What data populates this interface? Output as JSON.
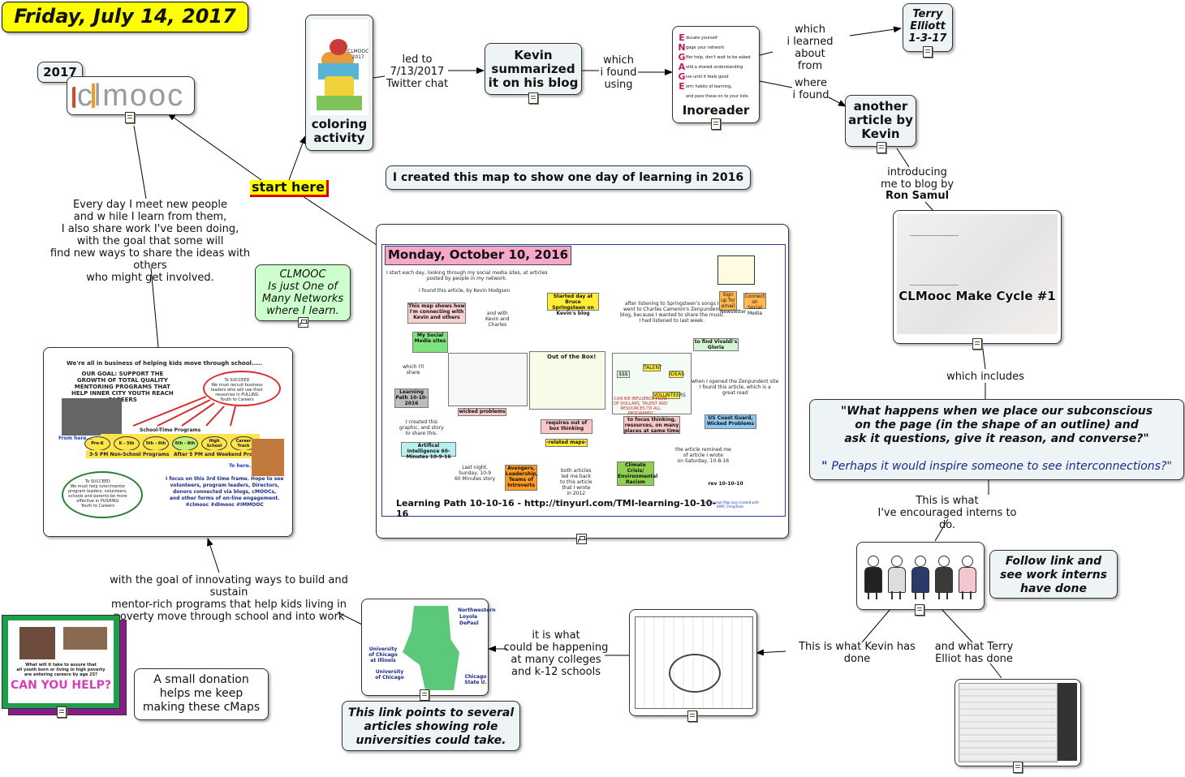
{
  "date_title": "Friday, July 14, 2017",
  "start_here": "start here",
  "center_statement": "I created this map to show one day of learning in 2016",
  "nodes": {
    "year": "2017",
    "clmooc_logo": "clmooc",
    "coloring_thumb_text": "CLMOOC\n2017",
    "coloring": "coloring\nactivity",
    "kevin_blog": "Kevin\nsummarized\nit on his blog",
    "inoreader": "Inoreader",
    "inoreader_lines": [
      "ducate yourself",
      "gage your network",
      "ffer help, don't wait to be asked",
      "uild a shared understanding",
      "ive until it feels good",
      "orm habits of learning,",
      "and pass these on to your kids"
    ],
    "terry": "Terry\nElliott\n1-3-17",
    "another_article": "another\narticle by\nKevin",
    "clmooc_network": "CLMOOC\nIs just One of\nMany Networks\nwhere I learn.",
    "make_cycle": "CLMooc Make Cycle #1",
    "quote_1": "\"What happens when we place our subconscious\non the page (in the shape of an outline) and\nask it questions, give it reason, and converse?\"",
    "quote_2_mark": "\" ",
    "quote_2": "Perhaps it would inspire someone to see interconnections?\"",
    "interns": "Follow link and\nsee work interns\nhave done",
    "donation": "A small donation\nhelps me keep\nmaking these cMaps",
    "link_points": "This link points to several\narticles showing role\nuniversities could take.",
    "can_you_help": "CAN YOU HELP?",
    "can_you_text": "What will it take to assure that\nall youth born or living in high poverty\nare entering careers by age 25?",
    "chicago_labels": [
      "Northwestern",
      "Loyola",
      "DePaul",
      "University of Chicago at Illinois",
      "University of Chicago",
      "Chicago State U."
    ]
  },
  "links": {
    "led_to": "led to\n7/13/2017\nTwitter chat",
    "which_i_found": "which\ni found\nusing",
    "which_learned": "which\ni learned about\nfrom",
    "where_found": "where\ni found",
    "introducing": "introducing\nme to blog by",
    "ron": "Ron Samul",
    "which_includes": "which includes",
    "encouraged": "This is what\nI've encouraged interns to do.",
    "kevin_done": "This is what Kevin has done",
    "terry_done": "and what Terry\nElliot has done",
    "happening": "it is what\ncould be  happening\nat many colleges\nand k-12 schools",
    "goal_innovating": "with the goal of innovating ways to build and sustain\nmentor-rich programs that help kids living in\npoverty move through school and into work",
    "every_day": "Every day I meet new people\nand w hile I learn from them,\nI also share work I've been doing,\nwith the goal that some will\nfind new ways to share the ideas with others\nwho might get involved."
  },
  "strategy": {
    "header": "We're all in business of helping kids move through school.....",
    "goal": "OUR GOAL: SUPPORT THE\nGROWTH OF TOTAL QUALITY\nMENTORING PROGRAMS THAT\nHELP INNER CITY YOUTH REACH\nCAREERS",
    "succeed_top": "To SUCCEED\nWe must recruit business\nleaders who will use their\nresources in PULLING\nYouth to Careers",
    "school_time": "School-Time Programs",
    "stages": [
      "Pre-K",
      "K - 5th",
      "5th - 6th",
      "6th - 8th",
      "High School",
      "Career Track"
    ],
    "non_school": "3-5 PM Non-School Programs",
    "weekend": "After 5 PM and Weekend Program",
    "from_here": "From here...",
    "to_here": "To here...",
    "succeed_bottom": "To SUCCEED\nWe must help tutor/mentor\nprogram leaders, volunteers,\nschools and parents be more\neffective in PUSHING\nYouth to Careers",
    "focus": "I focus on this 3rd time frame. Hope to see\nvolunteers, program leaders, Directors,\ndonors connected via blogs, cMOOCs,\nand other forms of on-line engagement.\n#clmooc #dlmooc #IMMOOC"
  },
  "learning_path": {
    "title": "Monday, October 10, 2016",
    "intro": "I start each day, looking through my social media sites, at articles\nposted by people in my network.",
    "found": "I found this article, by Kevin Hodgson",
    "shows": "This map shows\nhow I'm connecting\nwith Kevin and others",
    "social": "My\nSocial Media\nsites",
    "springsteen": "Started day at\nBruce Springsteen\non Kevin's blog",
    "after": "after listening to Springsteen's songs I\nwent to Charles Cameron's Zenpundent\nblog, because I wanted to share the music\nI had listened to last week.",
    "and_with": "and with\nKevin and\nCharles",
    "vivaldi": "to find Vivaldi's\nGloria",
    "which_share": "which I'll\nshare",
    "path_box": "Learning\nPath\n10-10-2016",
    "wicked": "wicked problems",
    "out_of_box": "Out of the Box!",
    "requires": "requires out of box\nthinking",
    "related": "-related maps-",
    "focus_thinking": "to focus thinking,\nresources, on many\nplaces at same time",
    "opened": "when I opened the Zenpundent site\nI found this article, which is a\ngreat read",
    "coast_guard": "US Coast Guard,\nWicked  Problems",
    "created": "I created this\ngraphic, and story\nto share this.",
    "ai": "Artifical Intelligence\n60-Minutes  10-9-16",
    "last_night": "Last night,\nSunday, 10-9\n60 Minutes  story",
    "avengers": "Avengers,\nLeadership,\nTeams of\nIntroverts",
    "both": "both articles\nled me back\nto this article\nthat I wrote\nin 2012",
    "climate": "Climate\nCrisis/\nEnvironmental\nRacism",
    "reminded": "the article remined me\nof article I wrote\non Saturday, 10-8-16",
    "rev": "rev 10-10-10",
    "footer": "Learning Path 10-10-16 - http://tinyurl.com/TMI-learning-10-10-16",
    "signup": "Sign up\nfor\nemail\nNewsletter",
    "connect": "Connect on\nSocial\nMedia",
    "dollars": "$$$",
    "talent": "TALENT",
    "ideas": "IDEAS",
    "volunteers": "VOLUNTEERS",
    "can_we": "CAN WE INFLUENCE FLOW\nOF DOLLARS, TALENT AND\nRESOURCES TO ALL\nPROGRAMS?",
    "cmap_credit": "This Concept Map was created with\nIHMC CmapTools"
  },
  "colors": {
    "date_bg": "#ffff00",
    "node_bg": "#eef3f5",
    "network_bg": "#ccffcc",
    "quote_blue": "#1a2a8a",
    "clmooc_red": "#d9472b",
    "clmooc_orange": "#f29a1f",
    "clmooc_grey": "#9a9a9a",
    "title_pink": "#f7a8c8"
  }
}
